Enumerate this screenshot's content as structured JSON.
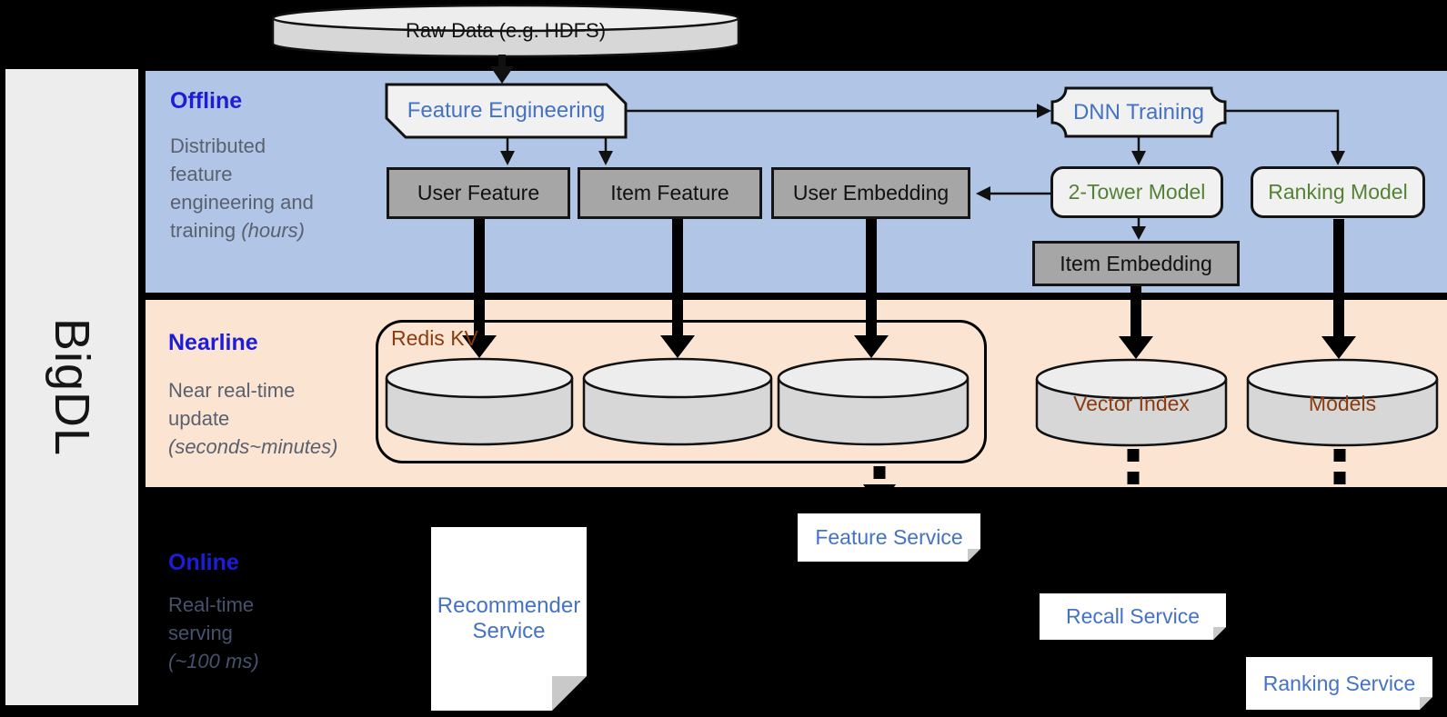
{
  "sidebar": {
    "label": "BigDL"
  },
  "raw_data": {
    "label": "Raw Data (e.g. HDFS)"
  },
  "offline": {
    "title": "Offline",
    "desc_l1": "Distributed",
    "desc_l2": "feature",
    "desc_l3": "engineering and",
    "desc_l4": "training",
    "desc_l4_italic": "(hours)",
    "nodes": {
      "feature_engineering": "Feature Engineering",
      "dnn_training": "DNN Training",
      "user_feature": "User Feature",
      "item_feature": "Item Feature",
      "user_embedding": "User Embedding",
      "two_tower_model": "2-Tower Model",
      "ranking_model": "Ranking Model",
      "item_embedding": "Item Embedding"
    }
  },
  "nearline": {
    "title": "Nearline",
    "desc_l1": "Near real-time",
    "desc_l2": "update",
    "desc_l3_italic": "(seconds~minutes)",
    "nodes": {
      "redis_kv": "Redis KV",
      "vector_index": "Vector Index",
      "models": "Models"
    }
  },
  "online": {
    "title": "Online",
    "desc_l1": "Real-time",
    "desc_l2": "serving",
    "desc_l3_italic": "(~100 ms)",
    "nodes": {
      "recommender_service": "Recommender Service",
      "feature_service": "Feature Service",
      "recall_service": "Recall Service",
      "ranking_service": "Ranking Service"
    }
  },
  "colors": {
    "background": "#000000",
    "sidebar_bg": "#ededed",
    "offline_band": "#b1c5e7",
    "nearline_band": "#fbe4d2",
    "online_band": "#000000",
    "band_title_blue": "#1c1cd9",
    "band_desc_gray": "#59616f",
    "node_label_blue": "#4472c4",
    "node_label_green": "#548235",
    "node_label_brown": "#8a3c10",
    "gray_box_fill": "#a6a6a6",
    "light_shape_fill": "#f1f1f1",
    "cylinder_body": "#d7d7d7",
    "cylinder_top": "#ededed",
    "service_box_fill": "#ffffff"
  }
}
